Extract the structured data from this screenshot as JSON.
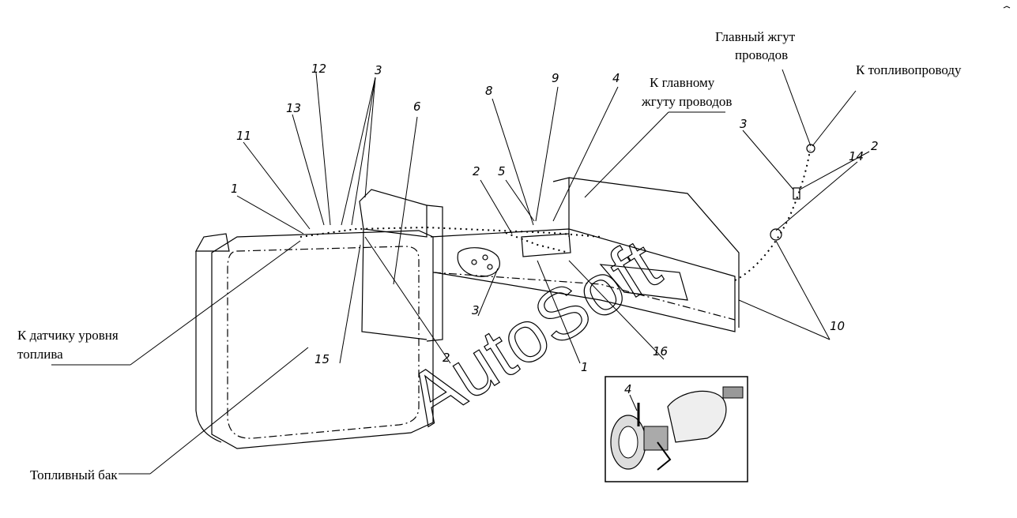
{
  "labels": {
    "main_harness": [
      "Главный жгут",
      "проводов"
    ],
    "to_fuel_line": "К топливопроводу",
    "to_main_harness": [
      "К главному",
      "жгуту проводов"
    ],
    "to_fuel_sensor": [
      "К датчику уровня",
      "топлива"
    ],
    "fuel_tank": "Топливный бак"
  },
  "watermark": "AutoSoft",
  "callouts": [
    {
      "id": "c12",
      "text": "12"
    },
    {
      "id": "c3a",
      "text": "3"
    },
    {
      "id": "c13",
      "text": "13"
    },
    {
      "id": "c6",
      "text": "6"
    },
    {
      "id": "c11",
      "text": "11"
    },
    {
      "id": "c1a",
      "text": "1"
    },
    {
      "id": "c8",
      "text": "8"
    },
    {
      "id": "c9",
      "text": "9"
    },
    {
      "id": "c4a",
      "text": "4"
    },
    {
      "id": "c2a",
      "text": "2"
    },
    {
      "id": "c5",
      "text": "5"
    },
    {
      "id": "c3b",
      "text": "3"
    },
    {
      "id": "c2b",
      "text": "2"
    },
    {
      "id": "c14",
      "text": "14"
    },
    {
      "id": "c3c",
      "text": "3"
    },
    {
      "id": "c15",
      "text": "15"
    },
    {
      "id": "c2c",
      "text": "2"
    },
    {
      "id": "c1b",
      "text": "1"
    },
    {
      "id": "c16",
      "text": "16"
    },
    {
      "id": "c10",
      "text": "10"
    },
    {
      "id": "c4b",
      "text": "4"
    }
  ]
}
